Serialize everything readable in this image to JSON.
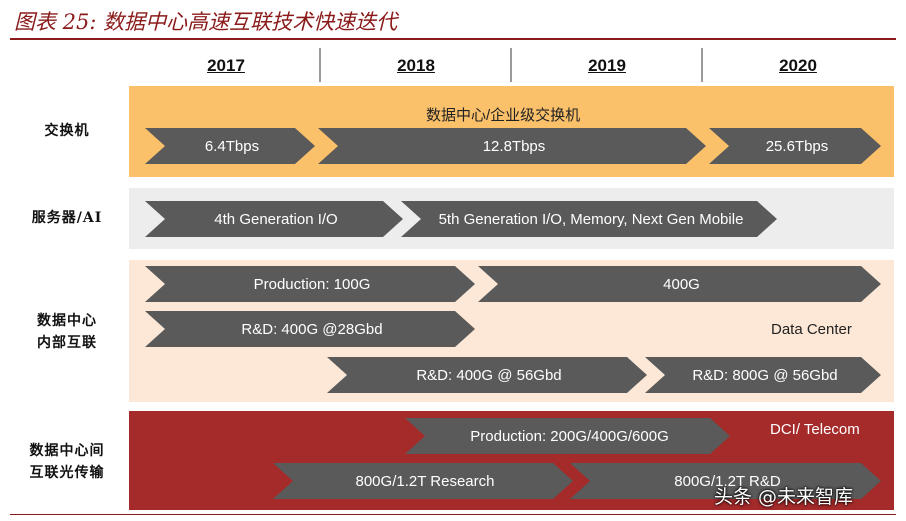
{
  "header": {
    "title": "图表 25: 数据中心高速互联技术快速迭代"
  },
  "years": [
    "2017",
    "2018",
    "2019",
    "2020"
  ],
  "rows": {
    "switch": {
      "label": "交换机",
      "caption": "数据中心/企业级交换机",
      "arrows": [
        "6.4Tbps",
        "12.8Tbps",
        "25.6Tbps"
      ]
    },
    "server": {
      "label": "服务器/AI",
      "arrows": [
        "4th Generation I/O",
        "5th Generation I/O, Memory, Next Gen Mobile"
      ]
    },
    "dc": {
      "label_line1": "数据中心",
      "label_line2": "内部互联",
      "caption": "Data Center",
      "arrows": [
        "Production: 100G",
        "400G",
        "R&D: 400G @28Gbd",
        "R&D: 400G @ 56Gbd",
        "R&D: 800G @ 56Gbd"
      ]
    },
    "dci": {
      "label_line1": "数据中心间",
      "label_line2": "互联光传输",
      "caption": "DCI/ Telecom",
      "arrows": [
        "Production: 200G/400G/600G",
        "800G/1.2T Research",
        "800G/1.2T R&D"
      ]
    }
  },
  "watermark": "头条 @未来智库",
  "colors": {
    "title_red": "#8b1a1a",
    "switch_band": "#fac06a",
    "server_band": "#ededed",
    "dc_band": "#fde7d6",
    "dci_band": "#a52a2a",
    "arrow_gray": "#5a5a5a",
    "dci_caption": "#ffffff"
  }
}
